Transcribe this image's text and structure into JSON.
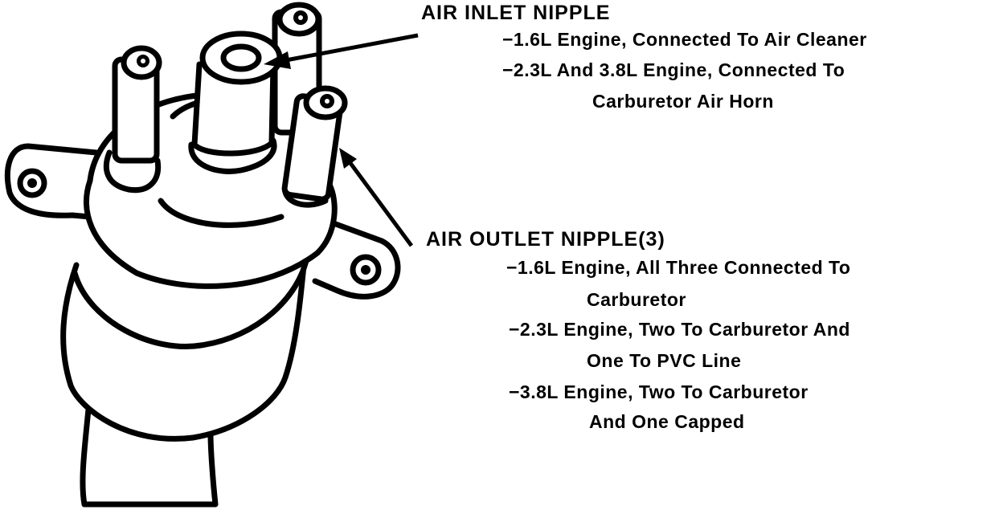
{
  "colors": {
    "ink": "#000000",
    "paper": "#ffffff"
  },
  "inlet": {
    "heading": "AIR INLET NIPPLE",
    "line1": "−1.6L Engine, Connected To Air Cleaner",
    "line2": "−2.3L And 3.8L Engine, Connected To",
    "line3": "Carburetor Air Horn"
  },
  "outlet": {
    "heading": "AIR OUTLET NIPPLE(3)",
    "line1": "−1.6L Engine, All Three Connected To",
    "line2": "Carburetor",
    "line3": "−2.3L Engine, Two To Carburetor And",
    "line4": "One To PVC Line",
    "line5": "−3.8L Engine, Two To Carburetor",
    "line6": "And One Capped"
  }
}
